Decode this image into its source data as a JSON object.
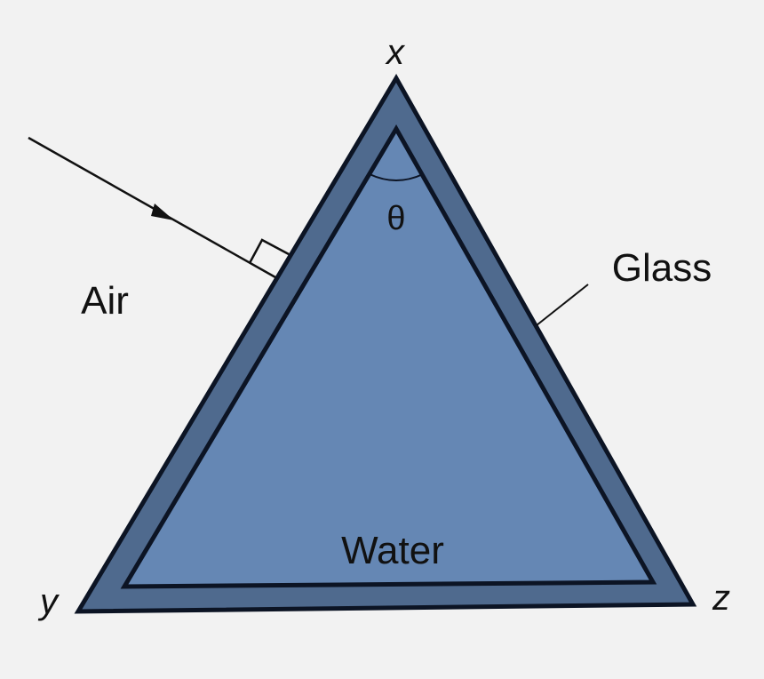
{
  "labels": {
    "vertex_top": "x",
    "vertex_left": "y",
    "vertex_right": "z",
    "angle": "θ",
    "medium_outside": "Air",
    "medium_shell": "Glass",
    "medium_inside": "Water"
  },
  "colors": {
    "background": "#f2f2f2",
    "glass": "#4f6a8e",
    "water": "#6587b4",
    "stroke": "#0c1424"
  }
}
